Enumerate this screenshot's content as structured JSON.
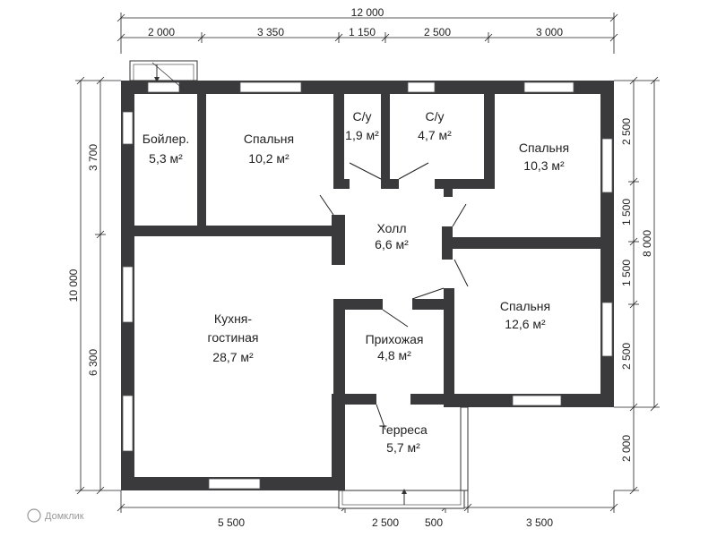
{
  "dimensions": {
    "top_total": "12 000",
    "top": [
      "2 000",
      "3 350",
      "1 150",
      "2 500",
      "3 000"
    ],
    "bottom": [
      "5 500",
      "2 500",
      "500",
      "3 500"
    ],
    "left_total": "10 000",
    "left": [
      "3 700",
      "6 300"
    ],
    "right_total": "8 000",
    "right": [
      "2 500",
      "1 500",
      "1 500",
      "2 500",
      "2 000"
    ]
  },
  "rooms": {
    "boiler": {
      "name": "Бойлер.",
      "area": "5,3 м²"
    },
    "bedroom1": {
      "name": "Спальня",
      "area": "10,2 м²"
    },
    "wc1": {
      "name": "С/у",
      "area": "1,9 м²"
    },
    "wc2": {
      "name": "С/у",
      "area": "4,7 м²"
    },
    "bedroom2": {
      "name": "Спальня",
      "area": "10,3 м²"
    },
    "hall": {
      "name": "Холл",
      "area": "6,6 м²"
    },
    "kitchen": {
      "name_line1": "Кухня-",
      "name_line2": "гостиная",
      "area": "28,7 м²"
    },
    "entry": {
      "name": "Прихожая",
      "area": "4,8 м²"
    },
    "bedroom3": {
      "name": "Спальня",
      "area": "12,6 м²"
    },
    "terrace": {
      "name": "Терреса",
      "area": "5,7 м²"
    }
  },
  "watermark": "Домклик"
}
